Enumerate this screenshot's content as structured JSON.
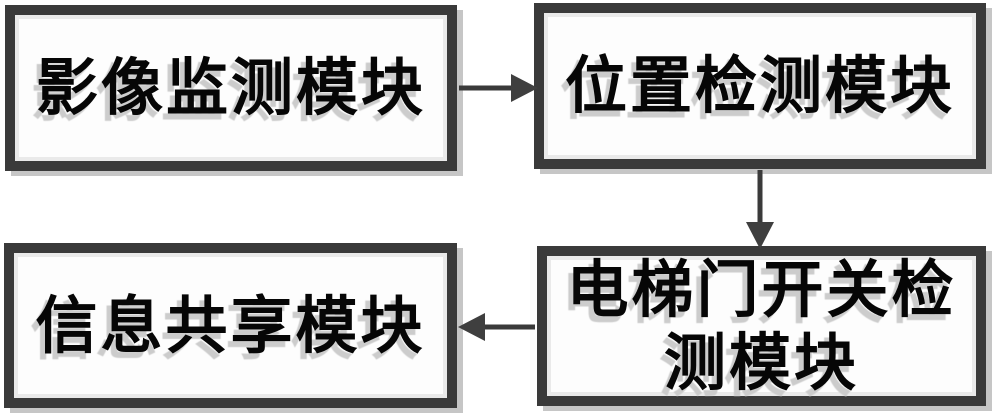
{
  "diagram": {
    "boxes": [
      {
        "id": "image-monitoring-module",
        "label": "影像监测模块"
      },
      {
        "id": "position-detection-module",
        "label": "位置检测模块"
      },
      {
        "id": "elevator-door-switch-detection-module",
        "label": "电梯门开关检测模块",
        "lines": [
          "电梯门开关检",
          "测模块"
        ]
      },
      {
        "id": "information-sharing-module",
        "label": "信息共享模块"
      }
    ],
    "connections": [
      {
        "from": "影像监测模块",
        "to": "位置检测模块",
        "direction": "right"
      },
      {
        "from": "位置检测模块",
        "to": "电梯门开关检测模块",
        "direction": "down"
      },
      {
        "from": "电梯门开关检测模块",
        "to": "信息共享模块",
        "direction": "left"
      }
    ],
    "colors": {
      "background": "#ffffff",
      "box_border": "#3a3a3a",
      "box_drop_shadow": "#c6c6c6",
      "text": "#060606",
      "text_shadow": "#cccccc",
      "arrow": "#3a3a3a"
    }
  }
}
